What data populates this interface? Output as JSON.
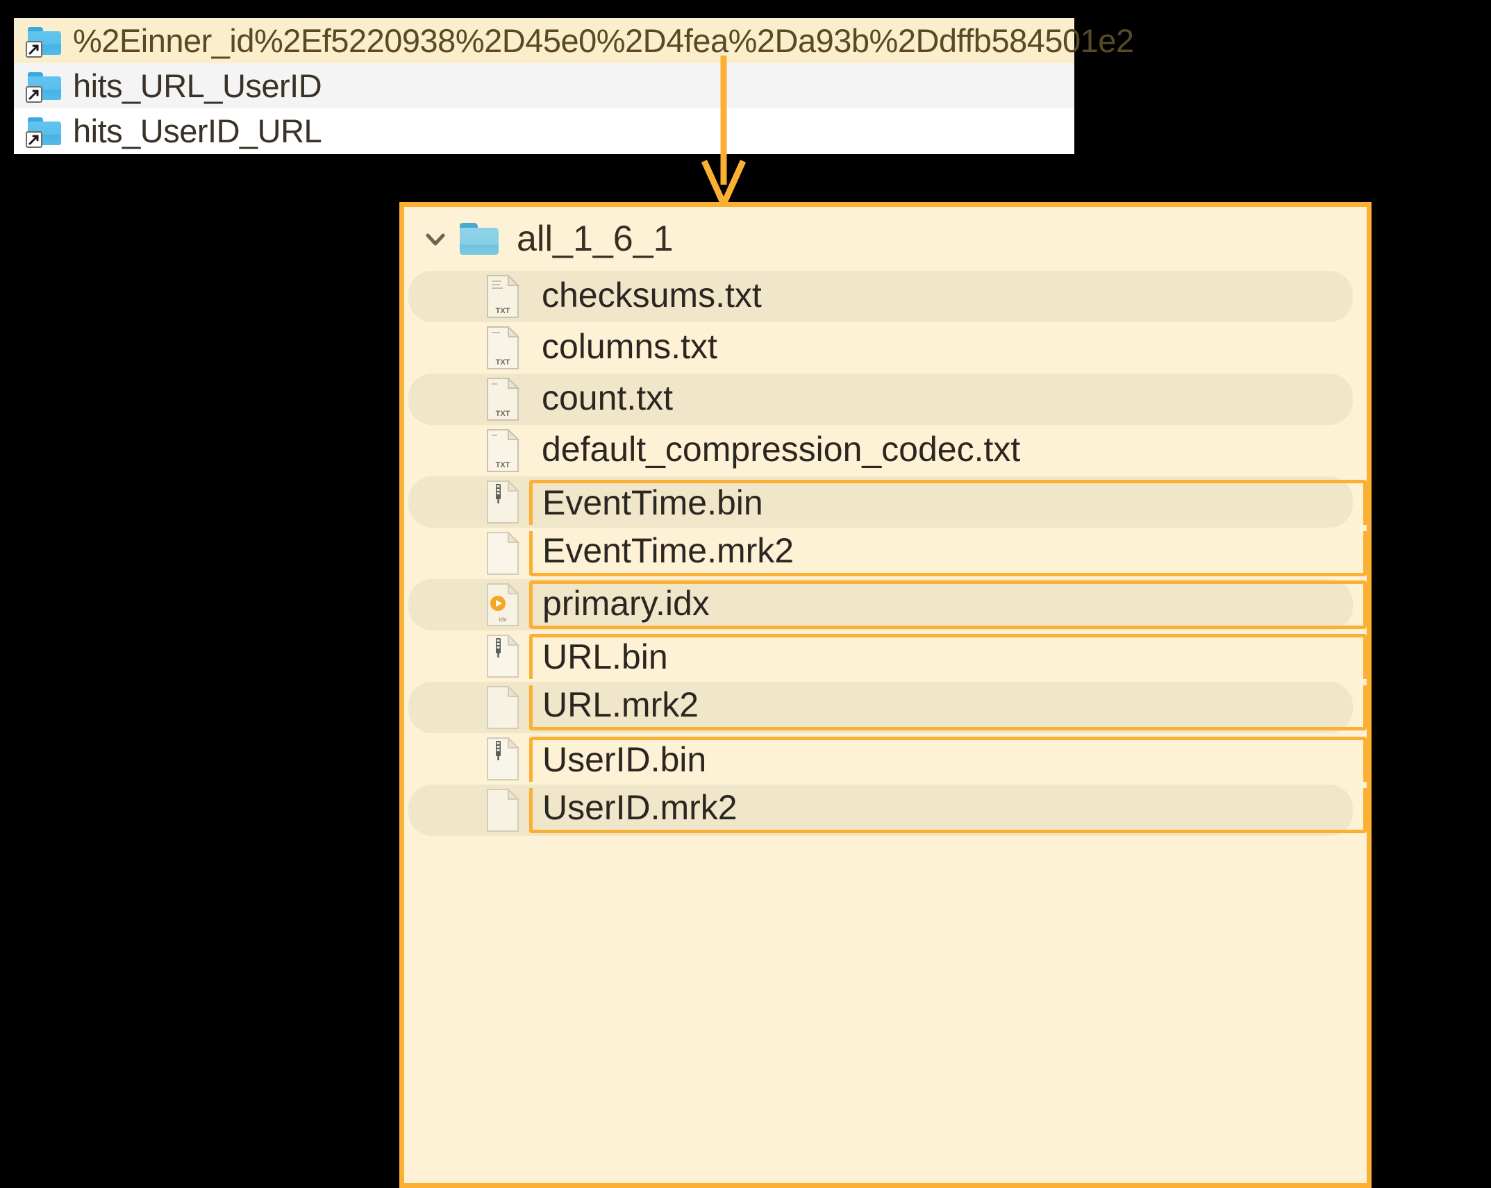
{
  "colors": {
    "accent_orange": "#fbb034",
    "panel_bg": "#fdf1d6",
    "stripe_bg": "#f0e7cb",
    "selected_row_bg": "#fbeecd",
    "folder_blue": "#5abfec",
    "folder_cyan": "#86cfe6",
    "canvas_bg": "#000000"
  },
  "top_list": {
    "items": [
      {
        "label": "%2Einner_id%2Ef5220938%2D45e0%2D4fea%2Da93b%2Ddffb584501e2",
        "icon": "folder-shortcut-icon",
        "state": "selected"
      },
      {
        "label": "hits_URL_UserID",
        "icon": "folder-shortcut-icon",
        "state": "alternate"
      },
      {
        "label": "hits_UserID_URL",
        "icon": "folder-shortcut-icon",
        "state": "normal"
      }
    ]
  },
  "annotation": {
    "arrow": "down-arrow-annotation",
    "arrow_color": "#fbb034"
  },
  "tree_panel": {
    "root": {
      "label": "all_1_6_1",
      "icon": "folder-icon",
      "expander": "chevron-down-icon",
      "expanded": true
    },
    "files": [
      {
        "name": "checksums.txt",
        "icon": "txt-file-icon",
        "stripe": true,
        "highlighted": false,
        "box": "none"
      },
      {
        "name": "columns.txt",
        "icon": "txt-file-icon",
        "stripe": false,
        "highlighted": false,
        "box": "none"
      },
      {
        "name": "count.txt",
        "icon": "txt-file-icon",
        "stripe": true,
        "highlighted": false,
        "box": "none"
      },
      {
        "name": "default_compression_codec.txt",
        "icon": "txt-file-icon",
        "stripe": false,
        "highlighted": false,
        "box": "none"
      },
      {
        "name": "EventTime.bin",
        "icon": "bin-file-icon",
        "stripe": true,
        "highlighted": true,
        "box": "top"
      },
      {
        "name": "EventTime.mrk2",
        "icon": "blank-file-icon",
        "stripe": false,
        "highlighted": true,
        "box": "bottom"
      },
      {
        "name": "primary.idx",
        "icon": "idx-file-icon",
        "stripe": true,
        "highlighted": true,
        "box": "single"
      },
      {
        "name": "URL.bin",
        "icon": "bin-file-icon",
        "stripe": false,
        "highlighted": true,
        "box": "top"
      },
      {
        "name": "URL.mrk2",
        "icon": "blank-file-icon",
        "stripe": true,
        "highlighted": true,
        "box": "bottom"
      },
      {
        "name": "UserID.bin",
        "icon": "bin-file-icon",
        "stripe": false,
        "highlighted": true,
        "box": "top"
      },
      {
        "name": "UserID.mrk2",
        "icon": "blank-file-icon",
        "stripe": true,
        "highlighted": true,
        "box": "bottom"
      }
    ],
    "icon_labels": {
      "txt": "TXT",
      "idx": "idx"
    }
  }
}
